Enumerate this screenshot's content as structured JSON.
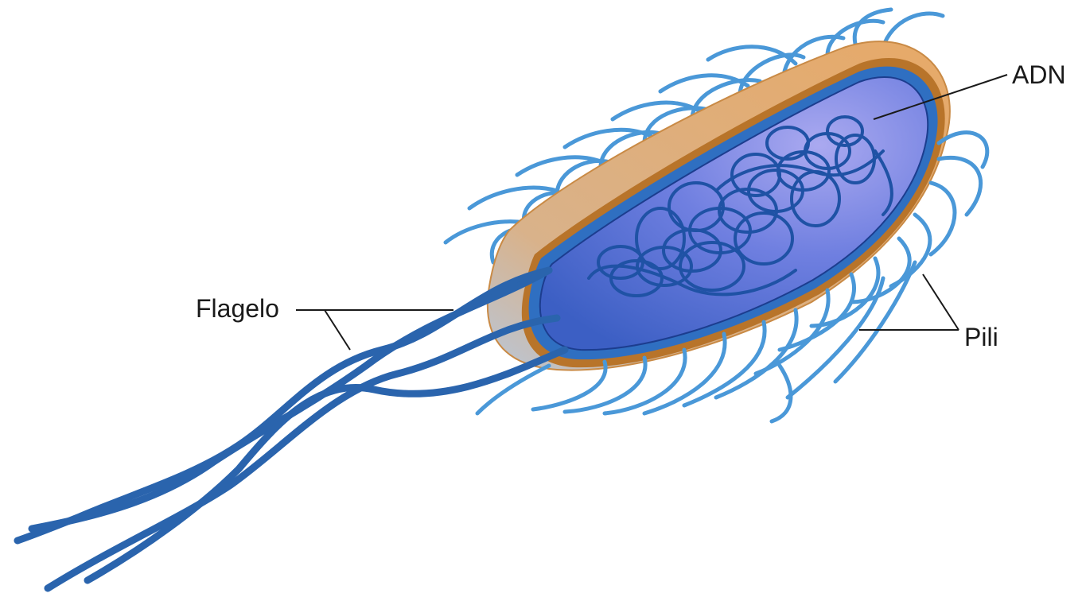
{
  "labels": {
    "adn": "ADN",
    "flagelo": "Flagelo",
    "pili": "Pili"
  },
  "colors": {
    "capsule": "#e3a565",
    "capsule_edge": "#c98a45",
    "cell_wall": "#b8742a",
    "membrane": "#2f6fc1",
    "cytoplasm": "#5a74d8",
    "cytoplasm_highlight": "#a7a8ef",
    "dna": "#1f52a5",
    "flagella": "#2a64ad",
    "pili": "#4a98d8",
    "leader_line": "#1a1a1a"
  }
}
